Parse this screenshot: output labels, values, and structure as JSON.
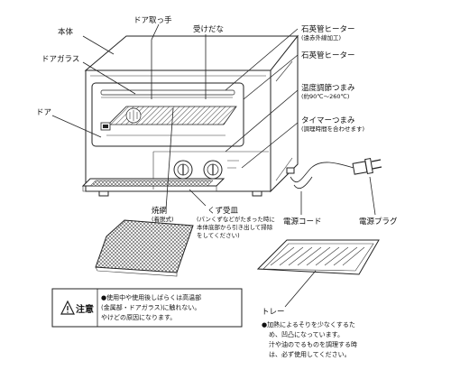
{
  "labels": {
    "hontai": "本体",
    "door_handle": "ドア取っ手",
    "uke_dana": "受けだな",
    "sekiei_heater_1": "石英管ヒーター",
    "sekiei_heater_1_sub": "(遠赤外線加工)",
    "sekiei_heater_2": "石英管ヒーター",
    "door_glass": "ドアガラス",
    "temp_knob": "温度調節つまみ",
    "temp_knob_sub": "(約90℃〜260℃)",
    "door": "ドア",
    "timer_knob": "タイマーつまみ",
    "timer_knob_sub": "(調理時間を合わせます)",
    "grill_net": "焼網",
    "grill_net_sub": "(着脱式)",
    "crumb_tray": "くず受皿",
    "crumb_tray_sub1": "(パンくずなどがたまった時に",
    "crumb_tray_sub2": "本体底部から引き出して掃除",
    "crumb_tray_sub3": "をしてください)",
    "power_cord": "電源コード",
    "power_plug": "電源プラグ",
    "tray": "トレー"
  },
  "caution": {
    "title": "注意",
    "icon": "warning-triangle-icon",
    "line1": "●使用中や使用後しばらくは高温部",
    "line2": "(金属部・ドアガラス)に触れない。",
    "line3": "やけどの原因になります。"
  },
  "tray_note": {
    "line1": "●加熱によるそりを少なくするた",
    "line2": "め、凹凸になっています。",
    "line3": "汁や油のでるものを調理する時",
    "line4": "は、必ず使用してください。"
  }
}
